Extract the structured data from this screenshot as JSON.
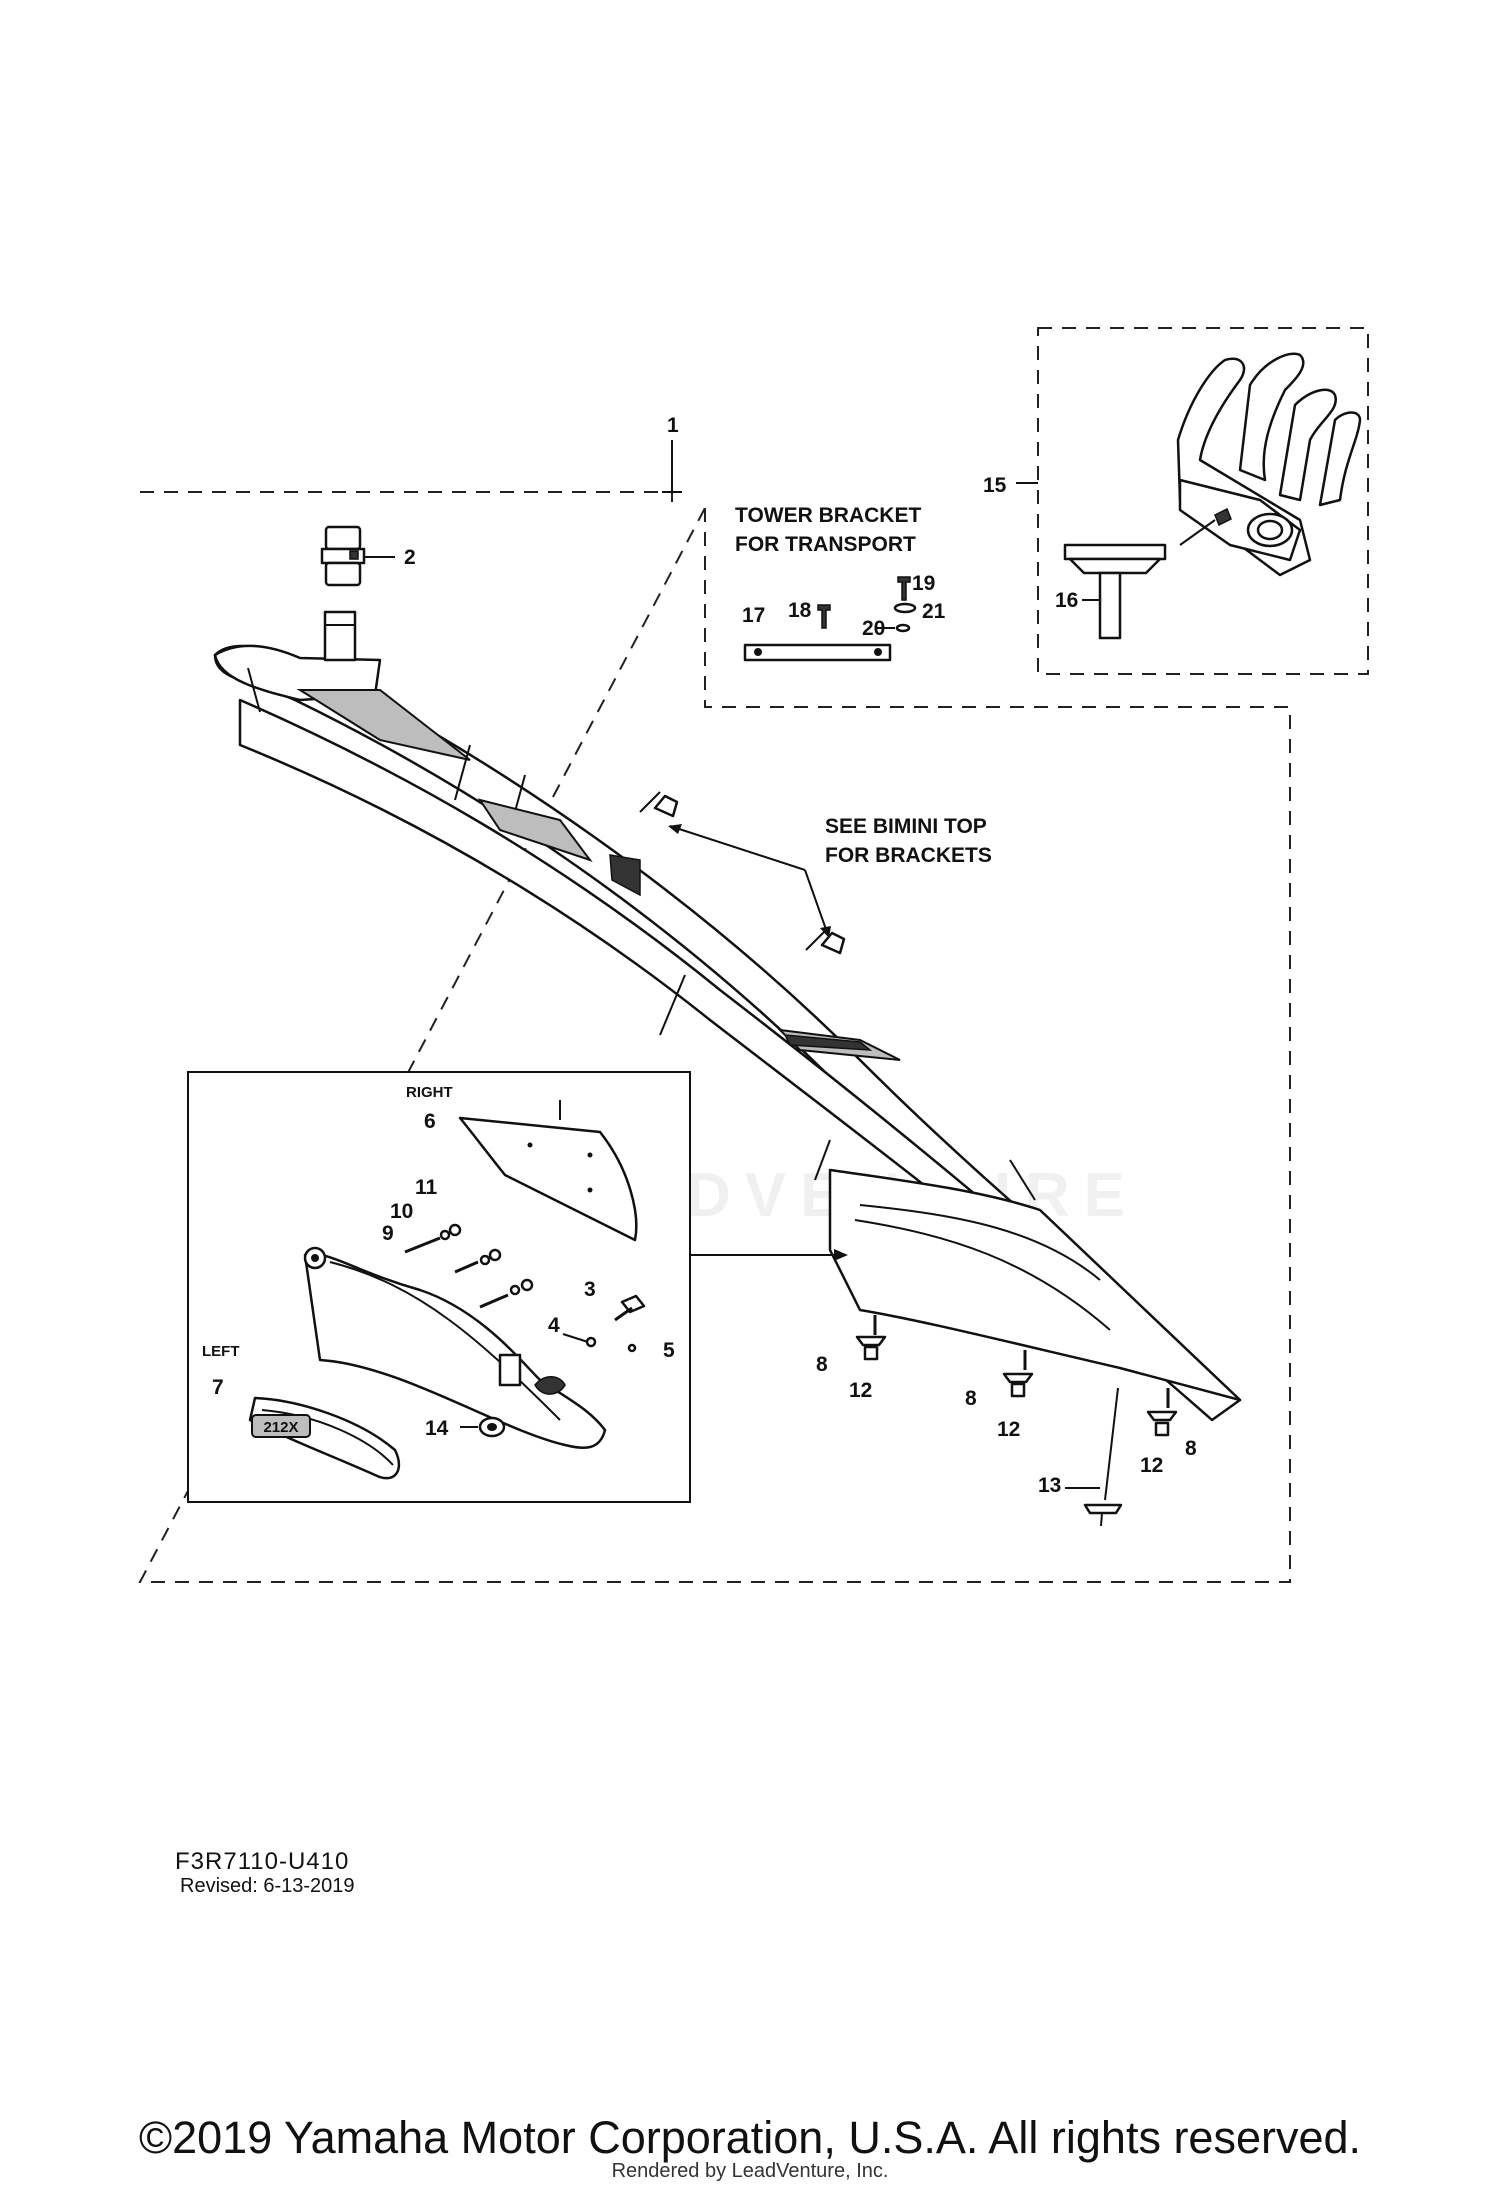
{
  "diagram": {
    "callouts": [
      {
        "id": "c1",
        "text": "1"
      },
      {
        "id": "c2",
        "text": "2"
      },
      {
        "id": "c3",
        "text": "3"
      },
      {
        "id": "c4",
        "text": "4"
      },
      {
        "id": "c5",
        "text": "5"
      },
      {
        "id": "c6",
        "text": "6"
      },
      {
        "id": "c7",
        "text": "7"
      },
      {
        "id": "c8a",
        "text": "8"
      },
      {
        "id": "c8b",
        "text": "8"
      },
      {
        "id": "c8c",
        "text": "8"
      },
      {
        "id": "c9",
        "text": "9"
      },
      {
        "id": "c10",
        "text": "10"
      },
      {
        "id": "c11",
        "text": "11"
      },
      {
        "id": "c12a",
        "text": "12"
      },
      {
        "id": "c12b",
        "text": "12"
      },
      {
        "id": "c12c",
        "text": "12"
      },
      {
        "id": "c13",
        "text": "13"
      },
      {
        "id": "c14",
        "text": "14"
      },
      {
        "id": "c15",
        "text": "15"
      },
      {
        "id": "c16",
        "text": "16"
      },
      {
        "id": "c17",
        "text": "17"
      },
      {
        "id": "c18",
        "text": "18"
      },
      {
        "id": "c19",
        "text": "19"
      },
      {
        "id": "c20",
        "text": "20"
      },
      {
        "id": "c21",
        "text": "21"
      }
    ],
    "notes": {
      "tower_bracket_line1": "TOWER BRACKET",
      "tower_bracket_line2": "FOR TRANSPORT",
      "bimini_line1": "SEE BIMINI TOP",
      "bimini_line2": "FOR BRACKETS",
      "inset_right": "RIGHT",
      "inset_left": "LEFT",
      "logo_text": "212X"
    },
    "watermark": "LEADVENTURE"
  },
  "footer": {
    "doc_code": "F3R7110-U410",
    "revised": "Revised: 6-13-2019",
    "copyright": "©2019 Yamaha Motor Corporation, U.S.A. All rights reserved.",
    "rendered_by": "Rendered by LeadVenture, Inc."
  }
}
